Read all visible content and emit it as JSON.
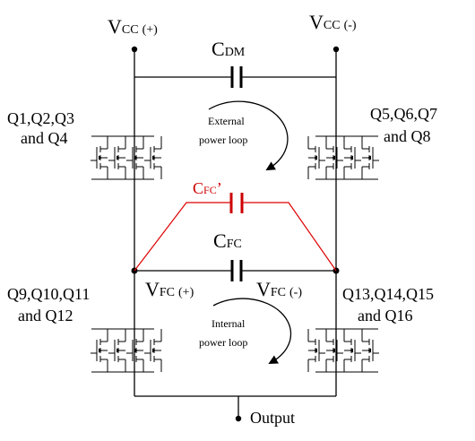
{
  "labels": {
    "vcc_pos_main": "V",
    "vcc_pos_sub": "CC",
    "vcc_pos_sign": "(+)",
    "vcc_neg_main": "V",
    "vcc_neg_sub": "CC",
    "vcc_neg_sign": "(-)",
    "cdm_main": "C",
    "cdm_sub": "DM",
    "cfc_prime_main": "C",
    "cfc_prime_sub": "FC",
    "cfc_prime_mark": "’",
    "cfc_main": "C",
    "cfc_sub": "FC",
    "vfc_pos_main": "V",
    "vfc_pos_sub": "FC",
    "vfc_pos_sign": "(+)",
    "vfc_neg_main": "V",
    "vfc_neg_sub": "FC",
    "vfc_neg_sign": "(-)",
    "q_top_left_1": "Q1,Q2,Q3",
    "q_top_left_2": "and Q4",
    "q_top_right_1": "Q5,Q6,Q7",
    "q_top_right_2": "and Q8",
    "q_bot_left_1": "Q9,Q10,Q11",
    "q_bot_left_2": "and Q12",
    "q_bot_right_1": "Q13,Q14,Q15",
    "q_bot_right_2": "and Q16",
    "ext_loop_1": "External",
    "ext_loop_2": "power loop",
    "int_loop_1": "Internal",
    "int_loop_2": "power loop",
    "output": "Output"
  },
  "colors": {
    "wire": "#000000",
    "flying_cap_parasitic": "#cc0000"
  }
}
